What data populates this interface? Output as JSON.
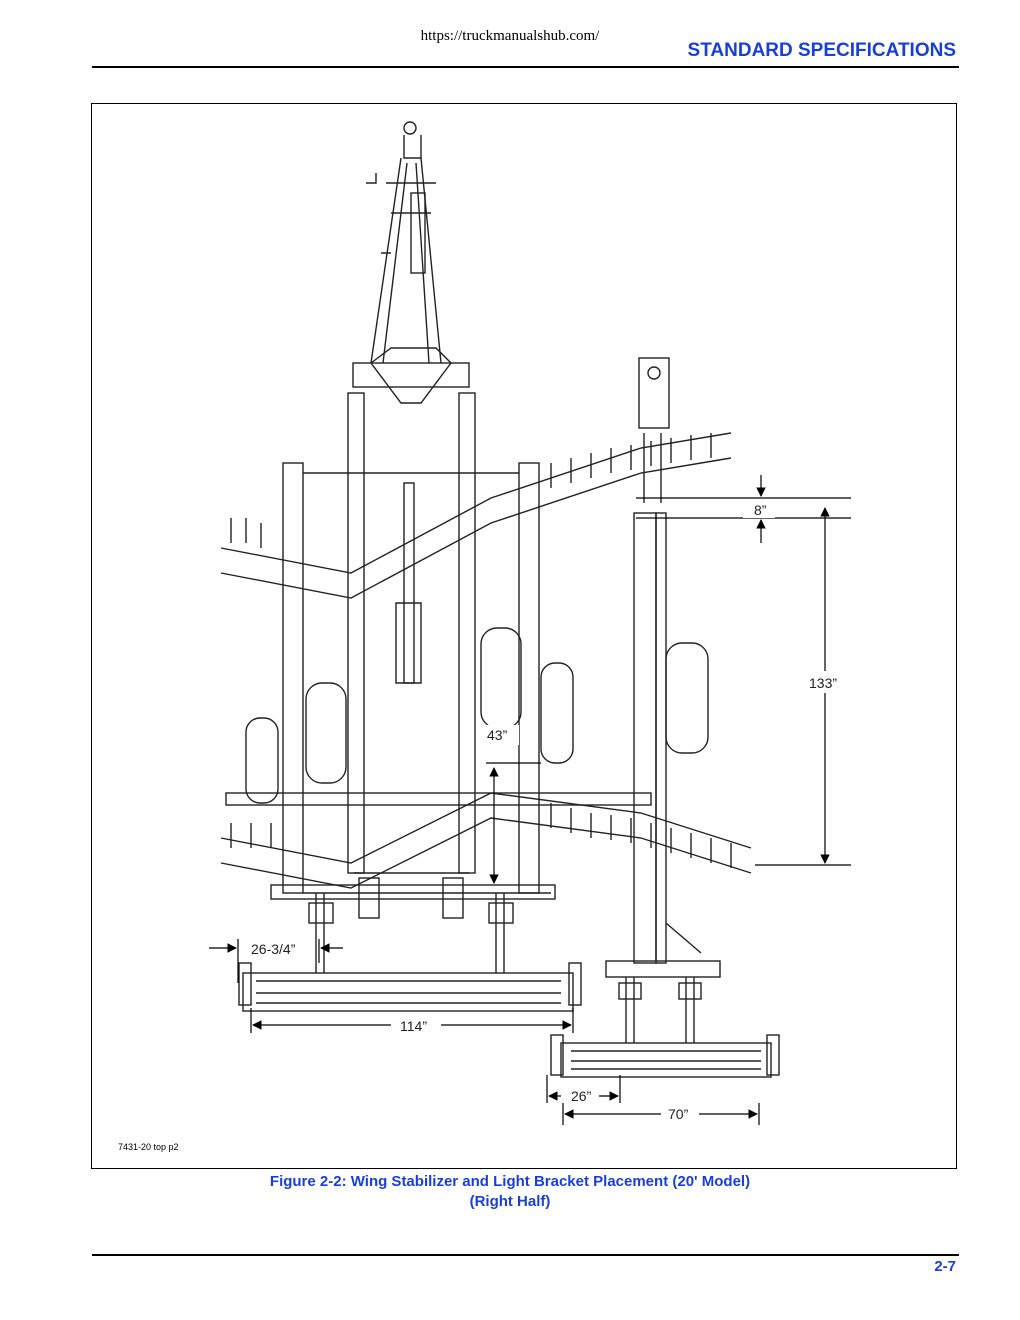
{
  "header": {
    "url": "https://truckmanualshub.com/",
    "section_title": "STANDARD SPECIFICATIONS"
  },
  "figure": {
    "dimensions": {
      "d8": "8”",
      "d133": "133”",
      "d43": "43”",
      "d26_3_4": "26-3/4”",
      "d114": "114”",
      "d26": "26”",
      "d70": "70”"
    },
    "figure_id": "7431-20 top p2"
  },
  "caption": {
    "line1": "Figure 2-2:  Wing Stabilizer and Light Bracket Placement (20' Model)",
    "line2": "(Right Half)"
  },
  "footer": {
    "page_number": "2-7"
  }
}
